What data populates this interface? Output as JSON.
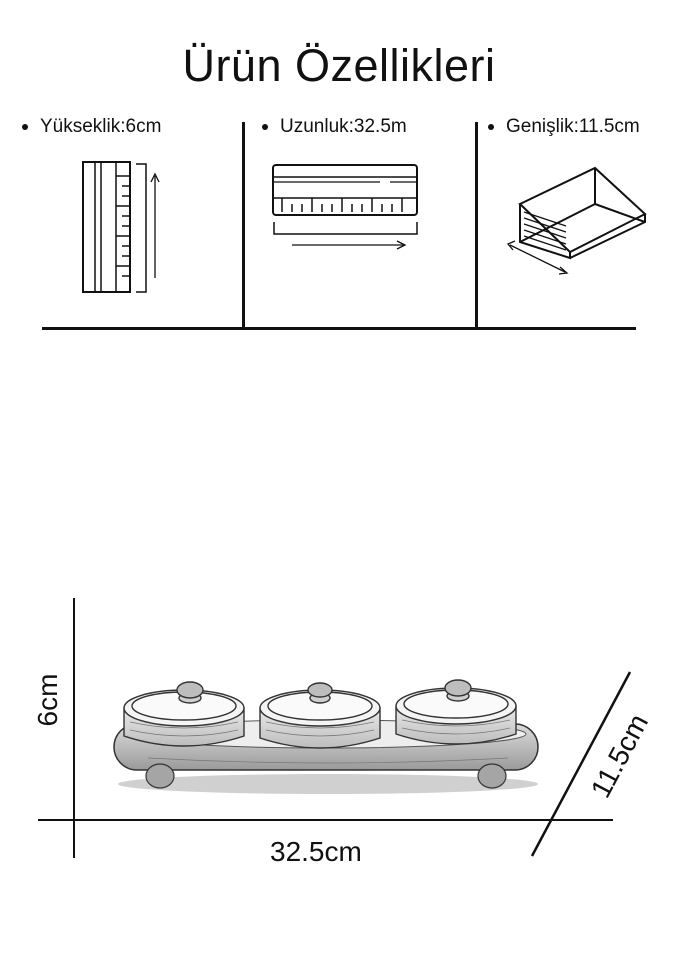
{
  "title": "Ürün Özellikleri",
  "specs": [
    {
      "label": "Yükseklik:6cm",
      "icon": "vertical-ruler-icon"
    },
    {
      "label": "Uzunluk:32.5m",
      "icon": "horizontal-ruler-icon"
    },
    {
      "label": "Genişlik:11.5cm",
      "icon": "box-width-icon"
    }
  ],
  "dimensions": {
    "height": "6cm",
    "length": "32.5cm",
    "width": "11.5cm"
  },
  "product_image": "three-lidded-wooden-bowls-on-tray-sketch"
}
